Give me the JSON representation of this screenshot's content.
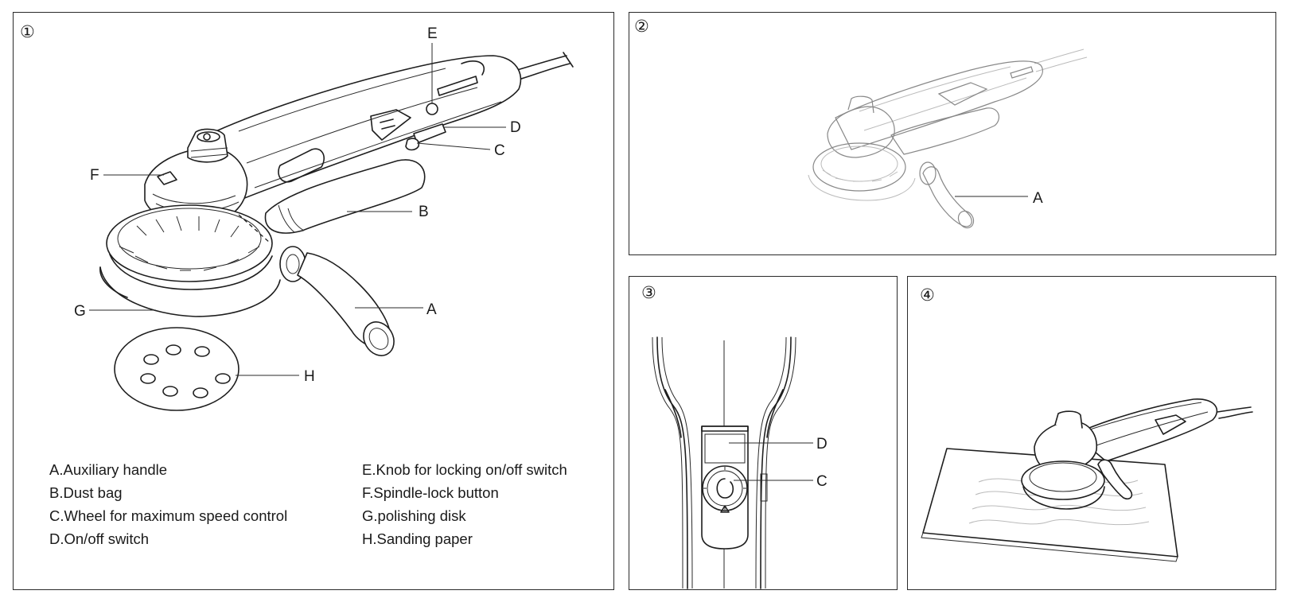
{
  "panels": [
    {
      "number": "①"
    },
    {
      "number": "②"
    },
    {
      "number": "③"
    },
    {
      "number": "④"
    }
  ],
  "callouts": {
    "p1": {
      "E": "E",
      "D": "D",
      "C": "C",
      "F": "F",
      "B": "B",
      "G": "G",
      "A": "A",
      "H": "H"
    },
    "p2": {
      "A": "A"
    },
    "p3": {
      "D": "D",
      "C": "C"
    }
  },
  "legend": {
    "left": [
      "A.Auxiliary handle",
      "B.Dust bag",
      "C.Wheel for maximum speed control",
      "D.On/off switch"
    ],
    "right": [
      "E.Knob for locking on/off switch",
      "F.Spindle-lock button",
      "G.polishing disk",
      "H.Sanding paper"
    ]
  }
}
